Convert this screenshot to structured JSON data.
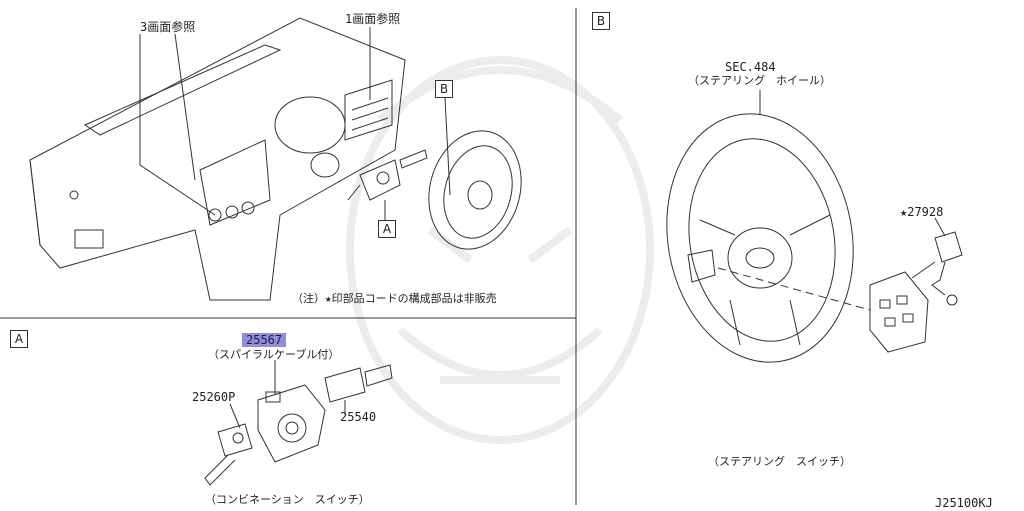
{
  "panels": {
    "main_ref_3": "3画面参照",
    "main_ref_1": "1画面参照",
    "callout_b": "B",
    "callout_a": "A",
    "note": "（注）★印部品コードの構成部品は非販売",
    "panel_a_label": "A",
    "panel_b_label": "B"
  },
  "parts_a": {
    "part_25567": "25567",
    "part_25567_desc": "（スパイラルケーブル付）",
    "part_25260P": "25260P",
    "part_25540": "25540",
    "caption": "（コンビネーション　スイッチ）"
  },
  "parts_b": {
    "sec": "SEC.484",
    "sec_desc": "（ステアリング　ホイール）",
    "part_27928": "★27928",
    "caption": "（ステアリング　スイッチ）"
  },
  "diagram_id": "J25100KJ"
}
